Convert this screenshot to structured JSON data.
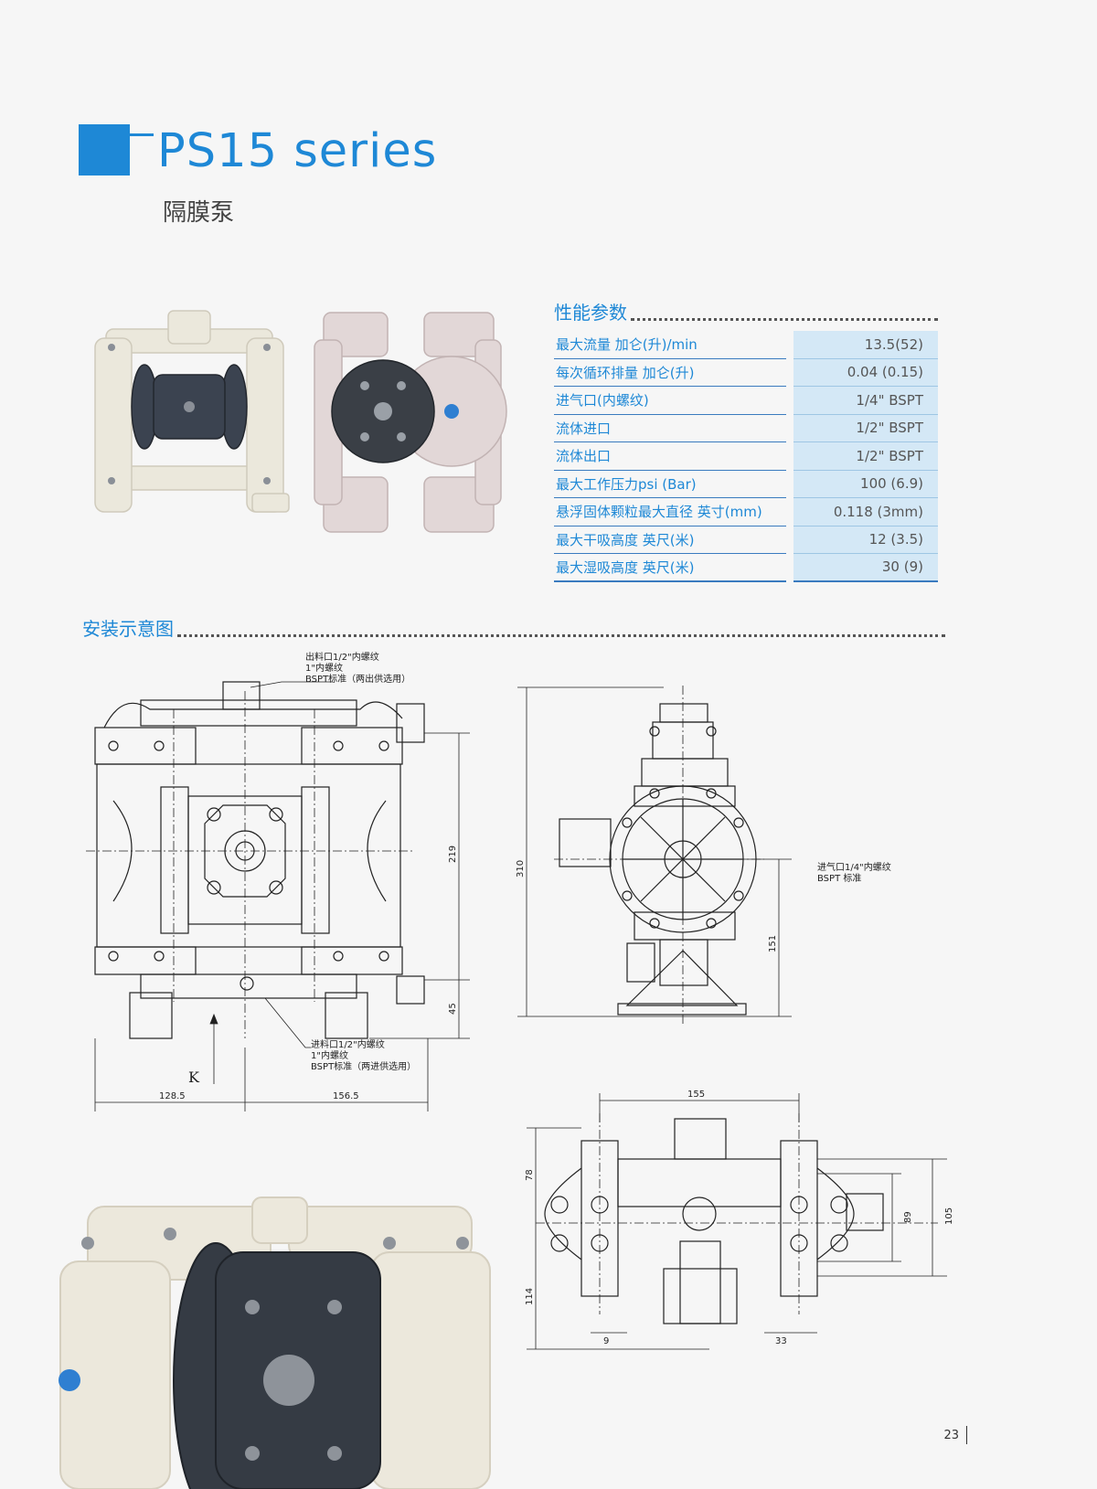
{
  "header": {
    "series": "PS15 series",
    "subtitle": "隔膜泵"
  },
  "specs": {
    "heading": "性能参数",
    "rows": [
      {
        "label": "最大流量 加仑(升)/min",
        "value": "13.5(52)"
      },
      {
        "label": "每次循环排量 加仑(升)",
        "value": "0.04 (0.15)"
      },
      {
        "label": "进气口(内螺纹)",
        "value": "1/4\"  BSPT"
      },
      {
        "label": "流体进口",
        "value": "1/2\"  BSPT"
      },
      {
        "label": "流体出口",
        "value": "1/2\"  BSPT"
      },
      {
        "label": "最大工作压力psi (Bar)",
        "value": "100 (6.9)"
      },
      {
        "label": "悬浮固体颗粒最大直径 英寸(mm)",
        "value": "0.118 (3mm)"
      },
      {
        "label": "最大干吸高度 英尺(米)",
        "value": "12 (3.5)"
      },
      {
        "label": "最大湿吸高度 英尺(米)",
        "value": "30 (9)"
      }
    ]
  },
  "install": {
    "heading": "安装示意图",
    "front_view": {
      "outlet_note": [
        "出料口1/2\"内螺纹",
        "1\"内螺纹",
        "BSPT标准（两出供选用）"
      ],
      "inlet_note": [
        "进料口1/2\"内螺纹",
        "1\"内螺纹",
        "BSPT标准（两进供选用）"
      ],
      "dim_219": "219",
      "dim_45": "45",
      "dim_left": "128.5",
      "dim_right": "156.5",
      "k_label": "K"
    },
    "side_view": {
      "air_note": [
        "进气口1/4\"内螺纹",
        "BSPT 标准"
      ],
      "dim_310": "310",
      "dim_151": "151"
    },
    "bottom_view": {
      "dim_155": "155",
      "dim_78": "78",
      "dim_114": "114",
      "dim_89": "89",
      "dim_105": "105",
      "dim_9": "9",
      "dim_33": "33"
    }
  },
  "footer": {
    "page_number": "23"
  },
  "colors": {
    "accent": "#1e88d6",
    "table_value_bg": "#d4e8f6"
  }
}
